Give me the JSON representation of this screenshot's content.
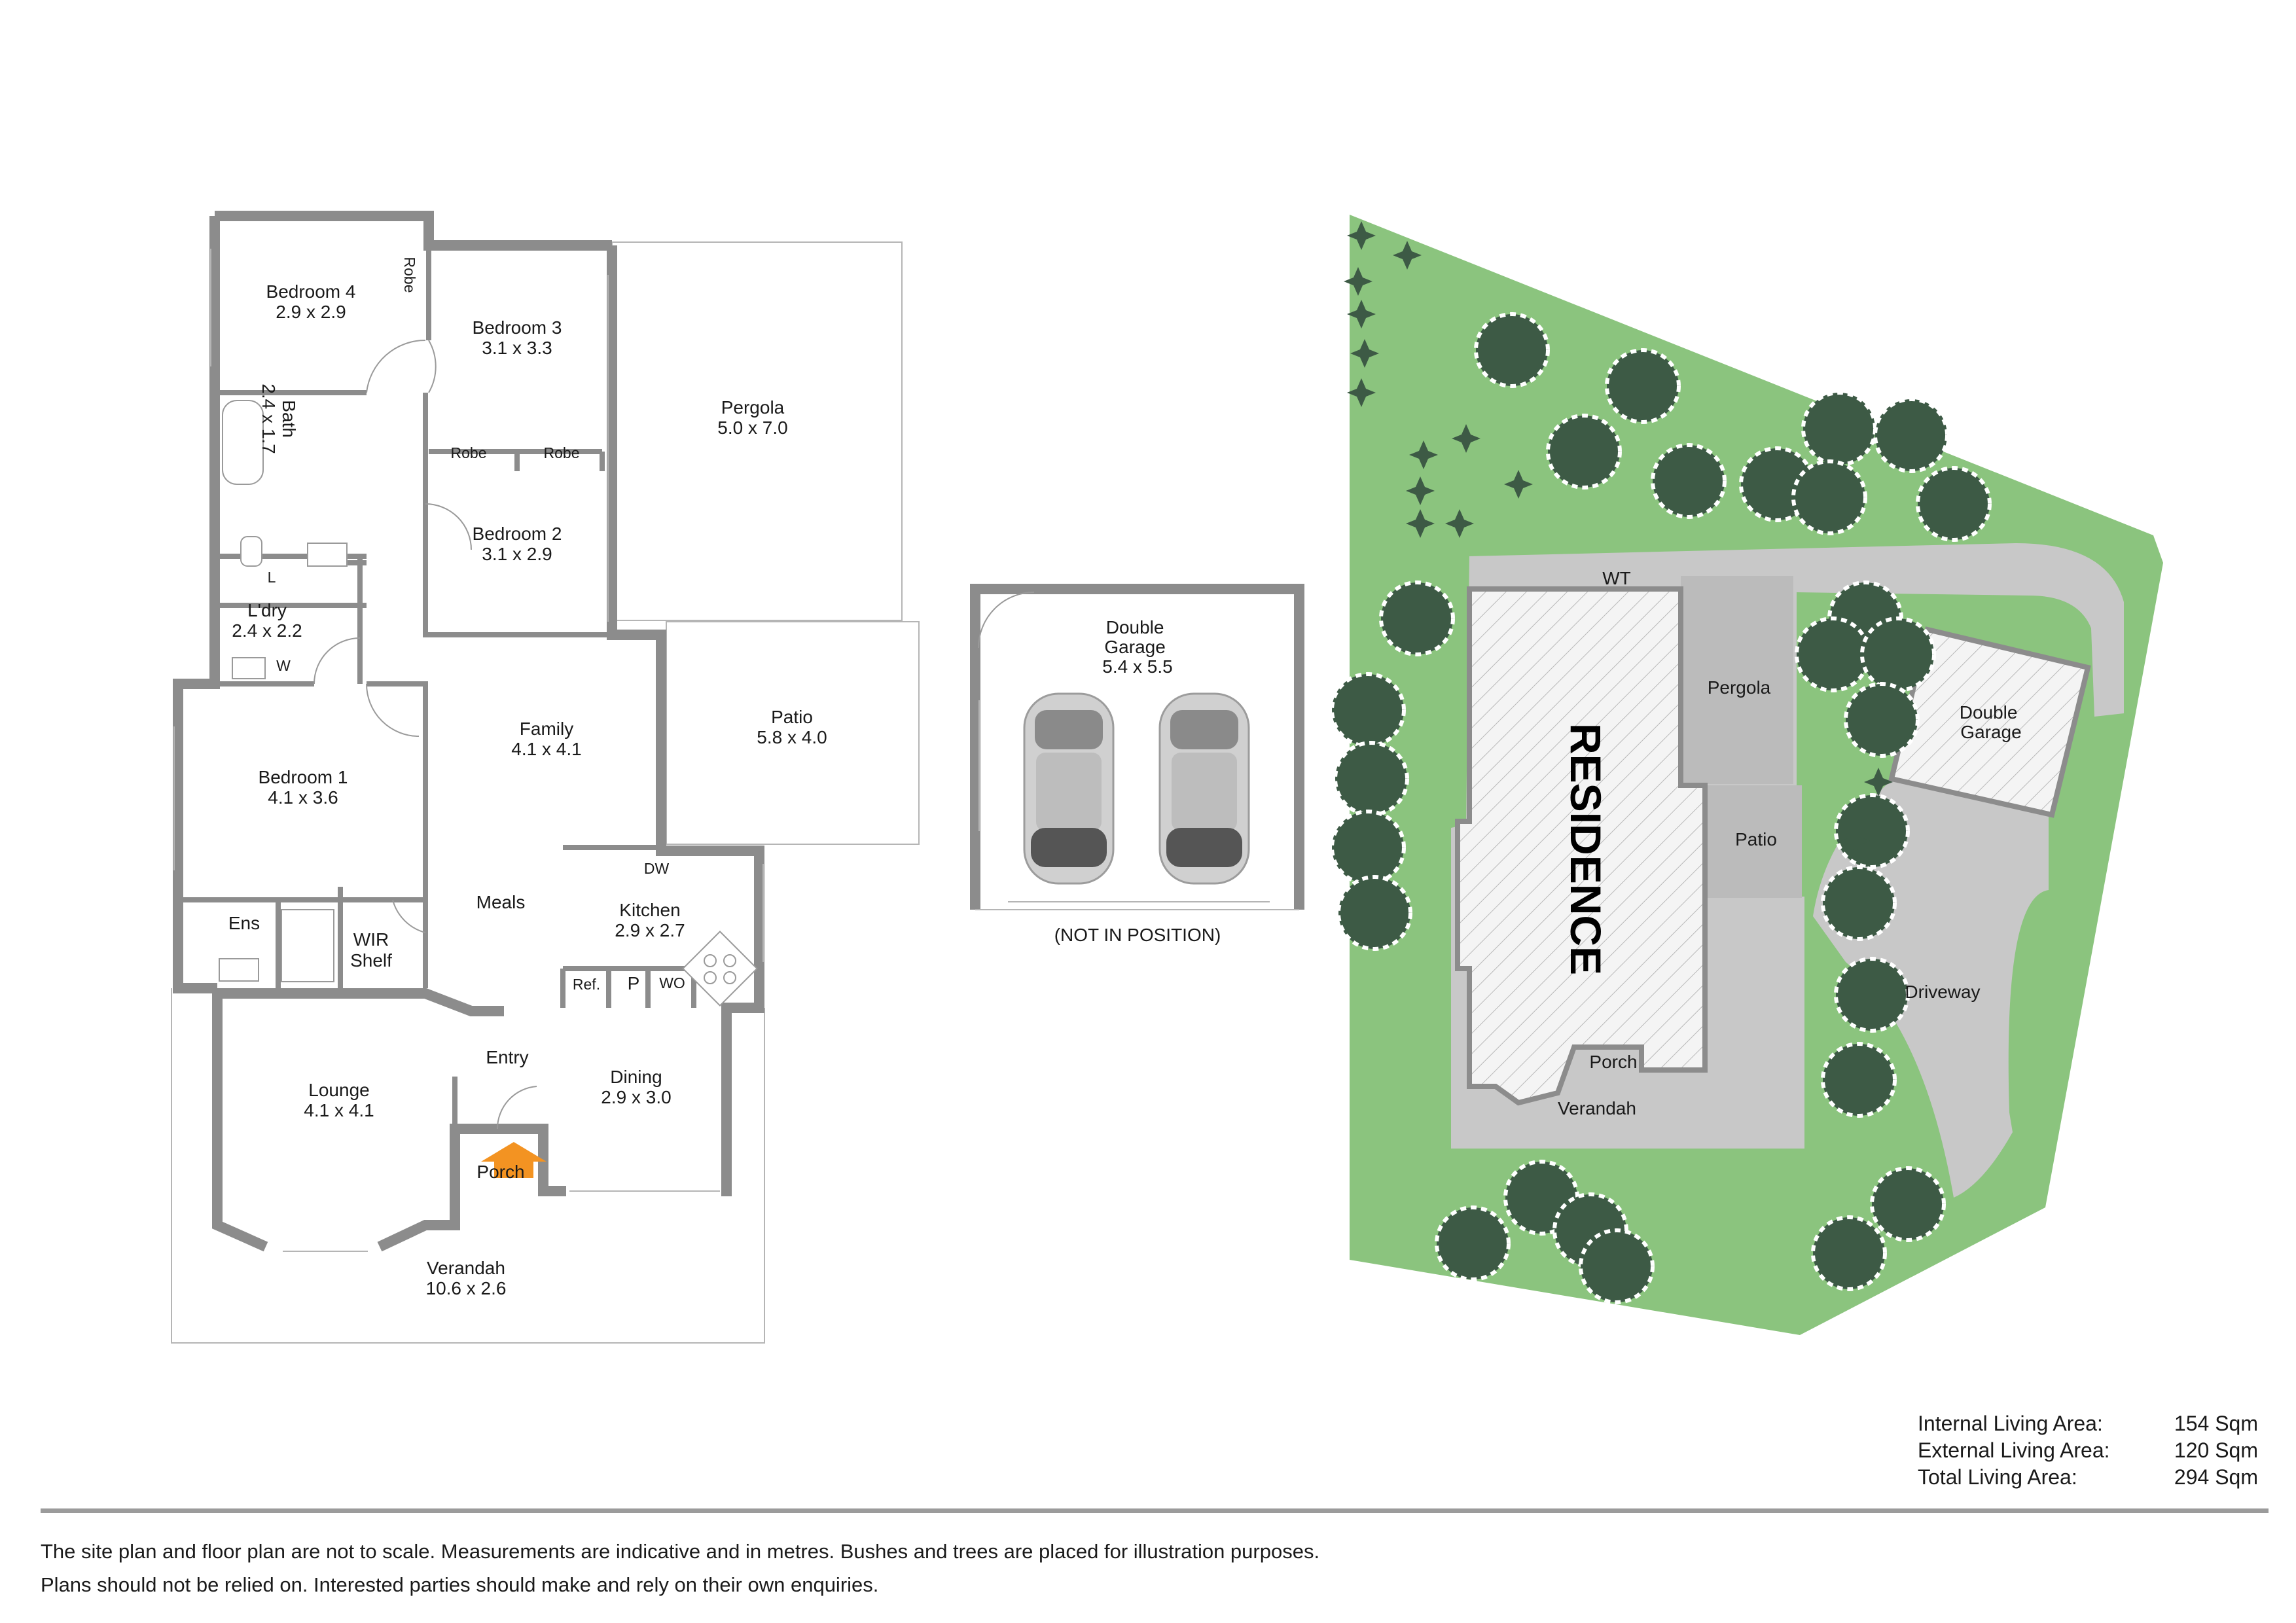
{
  "floor_plan": {
    "rooms": [
      {
        "id": "bedroom4",
        "name": "Bedroom 4",
        "size": "2.9 x 2.9"
      },
      {
        "id": "robe_b4",
        "name": "Robe",
        "size": ""
      },
      {
        "id": "bedroom3",
        "name": "Bedroom 3",
        "size": "3.1 x 3.3"
      },
      {
        "id": "robe_b3a",
        "name": "Robe",
        "size": ""
      },
      {
        "id": "robe_b3b",
        "name": "Robe",
        "size": ""
      },
      {
        "id": "bath",
        "name": "Bath",
        "size": "2.4 x 1.7"
      },
      {
        "id": "bedroom2",
        "name": "Bedroom 2",
        "size": "3.1 x 2.9"
      },
      {
        "id": "pergola",
        "name": "Pergola",
        "size": "5.0 x 7.0"
      },
      {
        "id": "linen",
        "name": "L",
        "size": ""
      },
      {
        "id": "laundry",
        "name": "L'dry",
        "size": "2.4 x 2.2"
      },
      {
        "id": "washer",
        "name": "W",
        "size": ""
      },
      {
        "id": "family",
        "name": "Family",
        "size": "4.1 x 4.1"
      },
      {
        "id": "patio",
        "name": "Patio",
        "size": "5.8 x 4.0"
      },
      {
        "id": "bedroom1",
        "name": "Bedroom 1",
        "size": "4.1 x 3.6"
      },
      {
        "id": "dishwasher",
        "name": "DW",
        "size": ""
      },
      {
        "id": "meals",
        "name": "Meals",
        "size": ""
      },
      {
        "id": "kitchen",
        "name": "Kitchen",
        "size": "2.9 x 2.7"
      },
      {
        "id": "ensuite",
        "name": "Ens",
        "size": ""
      },
      {
        "id": "wir",
        "name": "WIR",
        "size": ""
      },
      {
        "id": "shelf",
        "name": "Shelf",
        "size": ""
      },
      {
        "id": "fridge",
        "name": "Ref.",
        "size": ""
      },
      {
        "id": "pantry",
        "name": "P",
        "size": ""
      },
      {
        "id": "wall_oven",
        "name": "WO",
        "size": ""
      },
      {
        "id": "entry",
        "name": "Entry",
        "size": ""
      },
      {
        "id": "lounge",
        "name": "Lounge",
        "size": "4.1 x 4.1"
      },
      {
        "id": "dining",
        "name": "Dining",
        "size": "2.9 x 3.0"
      },
      {
        "id": "porch",
        "name": "Porch",
        "size": ""
      },
      {
        "id": "verandah",
        "name": "Verandah",
        "size": "10.6 x 2.6"
      }
    ]
  },
  "garage_plan": {
    "title": "Double\nGarage",
    "size": "5.4 x 5.5",
    "note": "(NOT IN POSITION)"
  },
  "site_plan": {
    "residence": "RESIDENCE",
    "labels": {
      "wt": "WT",
      "pergola": "Pergola",
      "patio": "Patio",
      "garage": "Double\nGarage",
      "driveway": "Driveway",
      "porch": "Porch",
      "verandah": "Verandah"
    }
  },
  "areas": [
    {
      "label": "Internal Living Area:",
      "value": "154 Sqm"
    },
    {
      "label": "External Living Area:",
      "value": "120 Sqm"
    },
    {
      "label": "Total Living Area:",
      "value": "294 Sqm"
    }
  ],
  "disclaimer": [
    "The site plan and floor plan are not to scale. Measurements are indicative and in metres. Bushes and trees are placed for illustration purposes.",
    "Plans should not be relied on. Interested parties should make and rely on their own enquiries."
  ],
  "colors": {
    "lawn": "#8bc47e",
    "paving": "#c8c8c8",
    "wall": "#8c8c8c",
    "tree": "#3d5a45",
    "entry_arrow": "#f39322"
  }
}
